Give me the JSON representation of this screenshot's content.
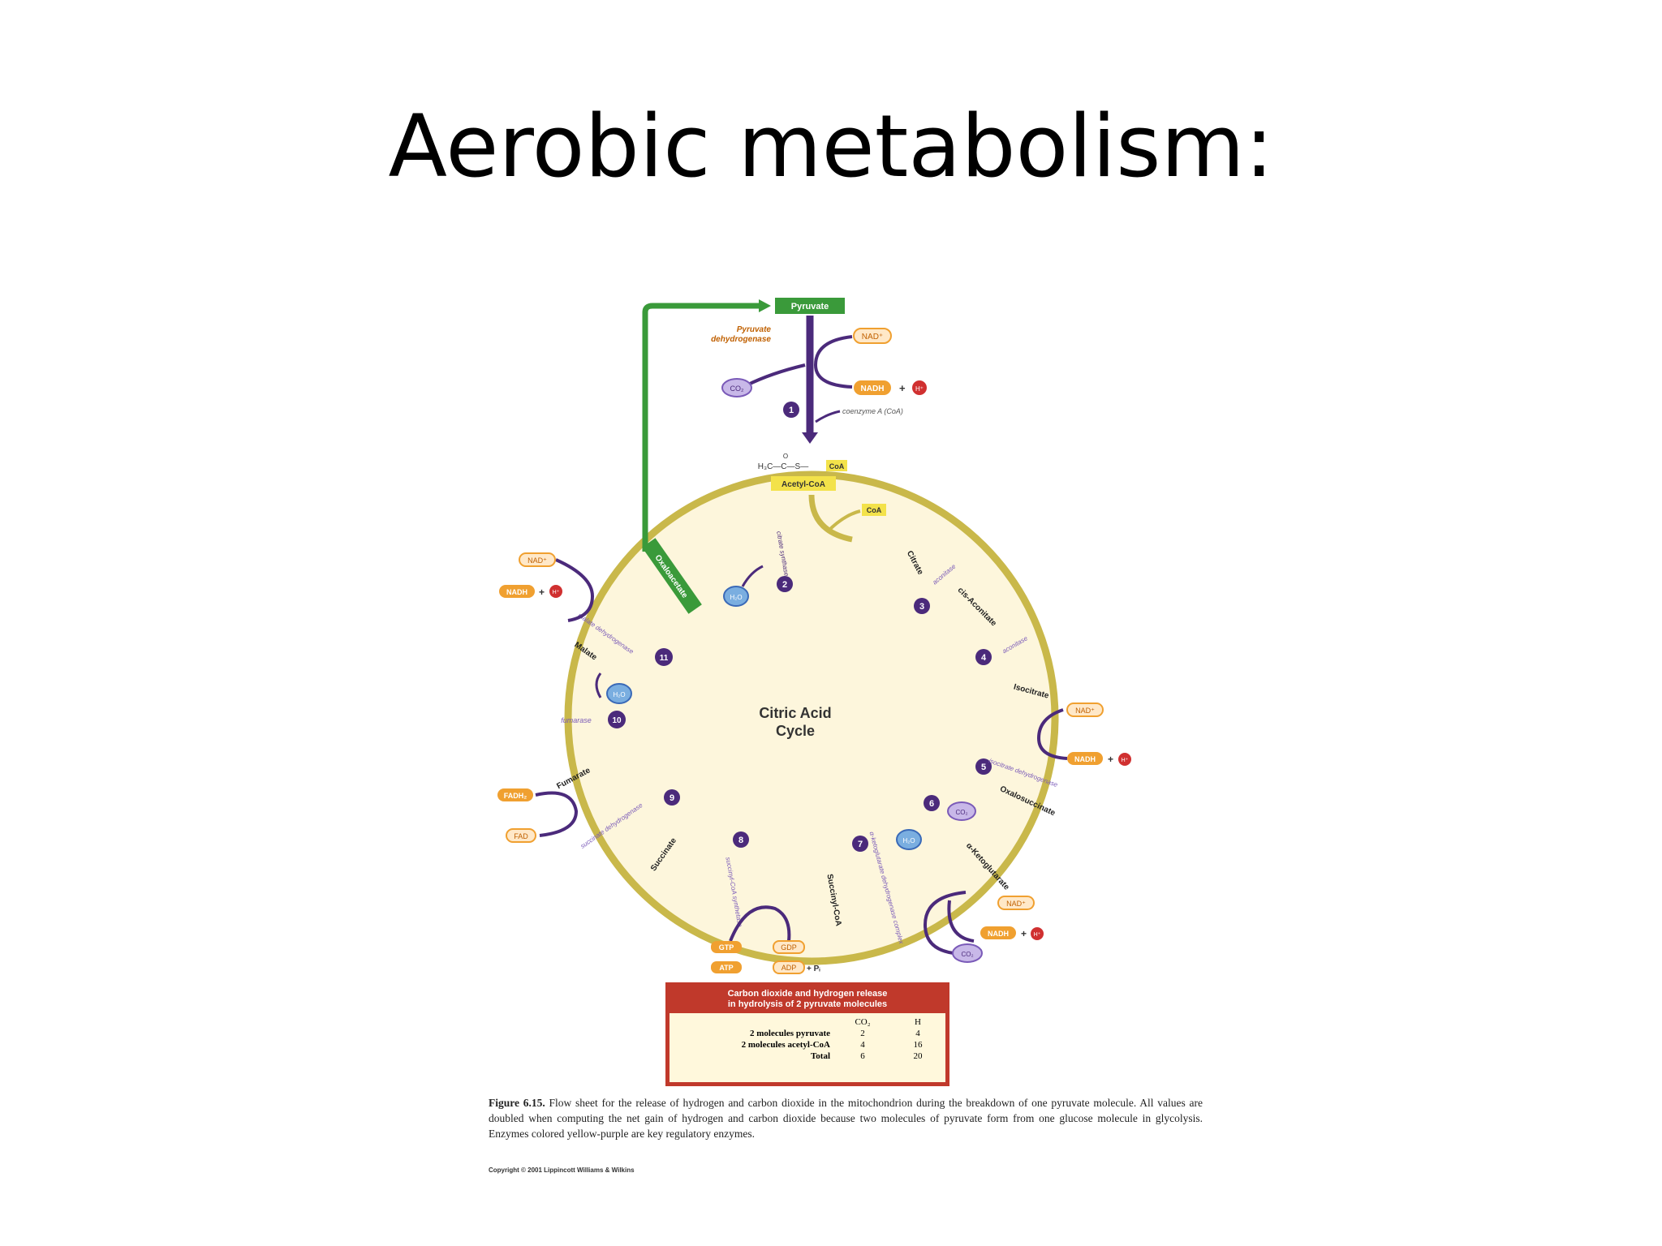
{
  "slide": {
    "title": "Aerobic metabolism:"
  },
  "colors": {
    "cycle_ring": "#c9b84a",
    "cycle_fill": "#fdf6dc",
    "arrow_purple": "#4b2a7b",
    "green": "#3a9a3a",
    "orange": "#f0a030",
    "red": "#d03030",
    "acetyl_yellow": "#f3e24a",
    "summary_red": "#c0392b"
  },
  "diagram": {
    "center_label_line1": "Citric Acid",
    "center_label_line2": "Cycle",
    "pyruvate": "Pyruvate",
    "pyruvate_enzyme_line1": "Pyruvate",
    "pyruvate_enzyme_line2": "dehydrogenase",
    "acetyl_formula_left": "H₃C—C—S—",
    "acetyl_formula_o": "O",
    "acetyl_formula_coa": "CoA",
    "acetyl_coa": "Acetyl-CoA",
    "coenzyme_a": "coenzyme A (CoA)",
    "coa_out": "CoA",
    "oxaloacetate": "Oxaloacetate",
    "intermediates": {
      "citrate": "Citrate",
      "cis_aconitate": "cis-Aconitate",
      "isocitrate": "Isocitrate",
      "oxalosuccinate": "Oxalosuccinate",
      "alpha_ketoglutarate": "α-Ketoglutarate",
      "succinyl_coa": "Succinyl-CoA",
      "succinate": "Succinate",
      "fumarate": "Fumarate",
      "malate": "Malate"
    },
    "enzymes": {
      "citrate_synthase": "citrate synthase",
      "aconitase_1": "aconitase",
      "aconitase_2": "aconitase",
      "isocitrate_dh": "isocitrate dehydrogenase",
      "akg_dh": "α-ketoglutarate dehydrogenase complex",
      "succinyl_coa_synthetase": "succinyl-CoA synthetase",
      "succinate_dh": "succinate dehydrogenase",
      "fumarase": "fumarase",
      "malate_dh": "malate dehydrogenase"
    },
    "molecules": {
      "nad": "NAD⁺",
      "nadh": "NADH",
      "h_plus": "H⁺",
      "co2": "CO₂",
      "h2o": "H₂O",
      "fad": "FAD",
      "fadh2": "FADH₂",
      "gtp": "GTP",
      "gdp": "GDP",
      "atp": "ATP",
      "adp": "ADP",
      "pi": "+ Pᵢ",
      "plus": "+"
    },
    "steps": [
      "1",
      "2",
      "3",
      "4",
      "5",
      "6",
      "7",
      "8",
      "9",
      "10",
      "11"
    ]
  },
  "summary": {
    "heading_line1": "Carbon dioxide and hydrogen release",
    "heading_line2": "in hydrolysis of 2 pyruvate molecules",
    "col_co2": "CO₂",
    "col_h": "H",
    "rows": [
      {
        "label": "2 molecules pyruvate",
        "co2": "2",
        "h": "4"
      },
      {
        "label": "2 molecules acetyl-CoA",
        "co2": "4",
        "h": "16"
      },
      {
        "label": "Total",
        "co2": "6",
        "h": "20"
      }
    ]
  },
  "caption": {
    "figure_label": "Figure 6.15.",
    "text": "Flow sheet for the release of hydrogen and carbon dioxide in the mitochondrion during the breakdown of one pyruvate molecule. All values are doubled when computing the net gain of hydrogen and carbon dioxide because two molecules of pyruvate form from one glucose molecule in glycolysis. Enzymes colored yellow-purple are key regulatory enzymes.",
    "copyright": "Copyright © 2001 Lippincott Williams & Wilkins"
  }
}
